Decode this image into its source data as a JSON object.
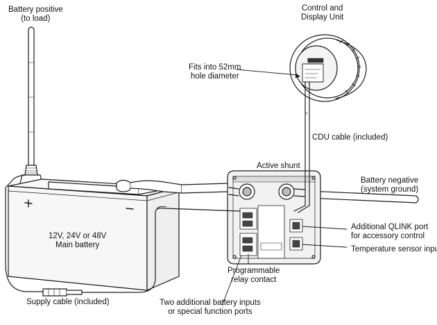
{
  "labels": {
    "battery_positive": "Battery positive\n(to load)",
    "control_unit": "Control and\nDisplay Unit",
    "fits_hole": "Fits into 52mm\nhole diameter",
    "cdu_cable": "CDU cable (included)",
    "active_shunt": "Active shunt",
    "battery_negative": "Battery negative\n(system ground)",
    "main_battery": "12V, 24V or 48V\nMain battery",
    "qlink_port": "Additional QLINK port\nfor accessory control",
    "temp_sensor": "Temperature sensor input",
    "relay_contact": "Programmable\nrelay contact",
    "supply_cable": "Supply cable (included)",
    "battery_inputs": "Two additional battery inputs\nor special function ports"
  },
  "colors": {
    "line": "#1a1a1a",
    "battery_fill": "#f7f7f7",
    "shunt_fill": "#f2f2f2"
  }
}
